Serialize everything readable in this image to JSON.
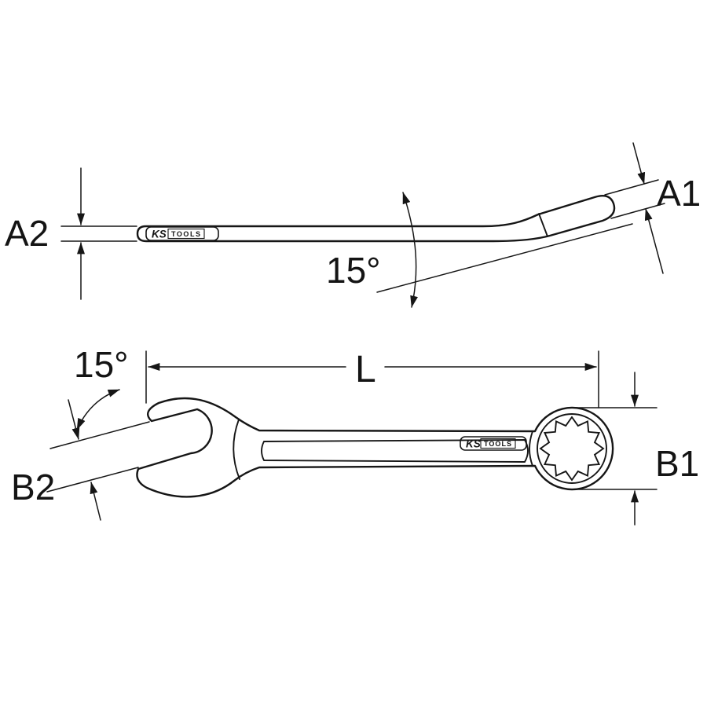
{
  "meta": {
    "background": "#ffffff",
    "ink": "#161616",
    "drawing_type": "combination-wrench-dimension-diagram"
  },
  "side_view": {
    "a2_label": "A2",
    "angle_label": "15°",
    "a1_label": "A1",
    "logo": {
      "ks": "KS",
      "tools": "TOOLS"
    }
  },
  "top_view": {
    "l_label": "L",
    "angle_label": "15°",
    "b2_label": "B2",
    "b1_label": "B1",
    "logo": {
      "ks": "KS",
      "tools": "TOOLS"
    }
  }
}
